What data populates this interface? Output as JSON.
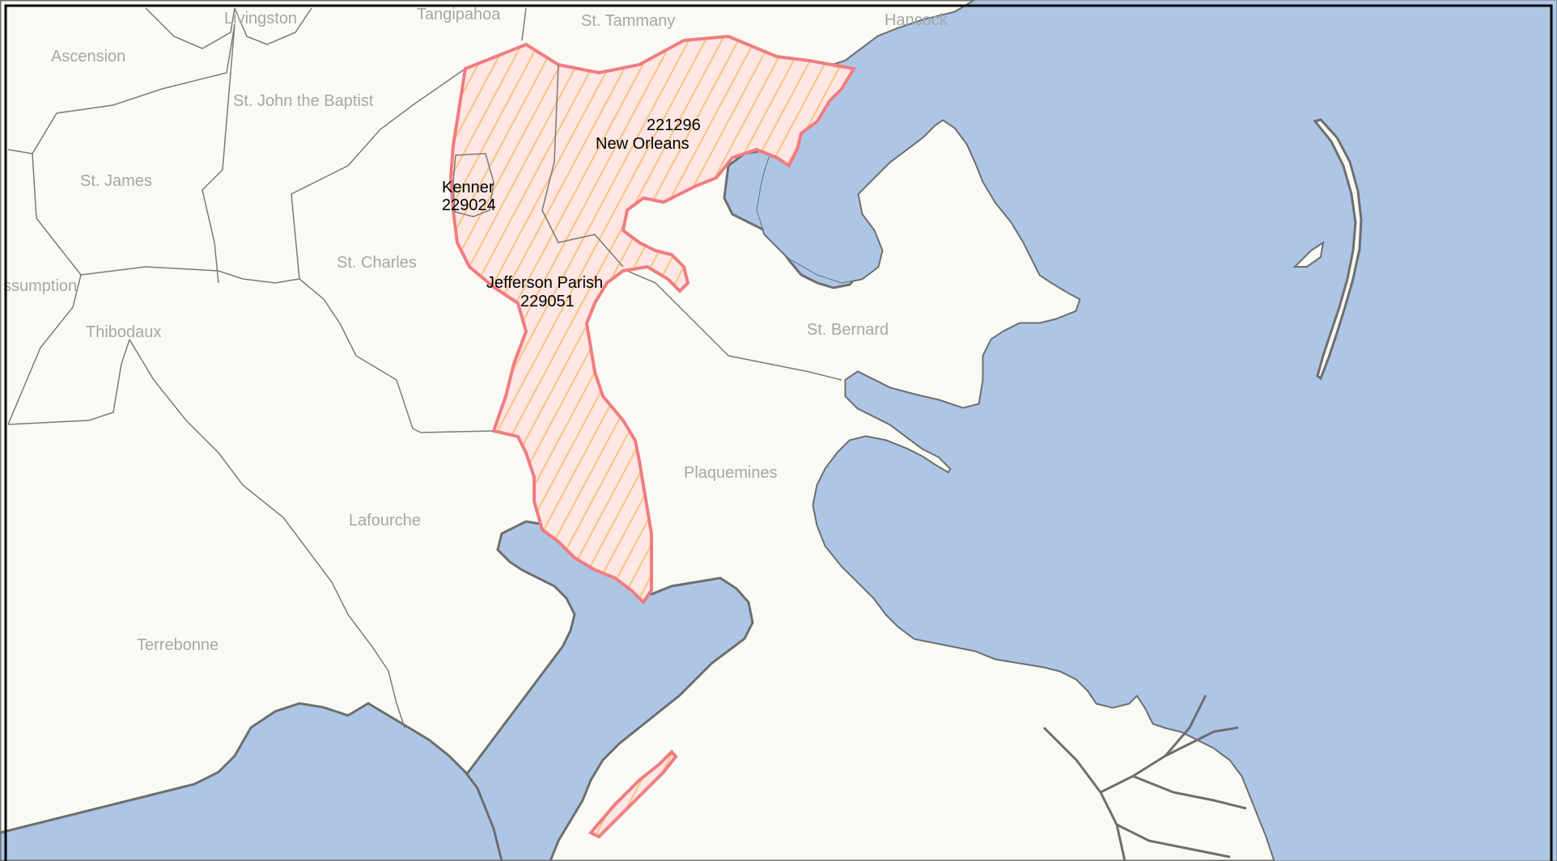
{
  "colors": {
    "land": "#fafaf5",
    "water": "#adc6e6",
    "parish_border": "#7a7a7a",
    "coastline": "#6e6e6e",
    "highlight_outline": "#f07c80",
    "highlight_fill": "#fde6e4",
    "hatch": "#f7c57e",
    "frame": "#000000"
  },
  "parish_labels": {
    "livingston": "Livingston",
    "tangipahoa": "Tangipahoa",
    "st_tammany": "St. Tammany",
    "hancock": "Hancock",
    "ascension": "Ascension",
    "st_john": "St. John the Baptist",
    "st_james": "St. James",
    "st_charles": "St. Charles",
    "assumption": "ssumption",
    "thibodaux": "Thibodaux",
    "st_bernard": "St. Bernard",
    "plaquemines": "Plaquemines",
    "lafourche": "Lafourche",
    "terrebonne": "Terrebonne"
  },
  "areas": {
    "new_orleans": {
      "id": "221296",
      "name": "New Orleans"
    },
    "kenner": {
      "name": "Kenner",
      "id": "229024"
    },
    "jefferson": {
      "name": "Jefferson Parish",
      "id": "229051"
    }
  }
}
